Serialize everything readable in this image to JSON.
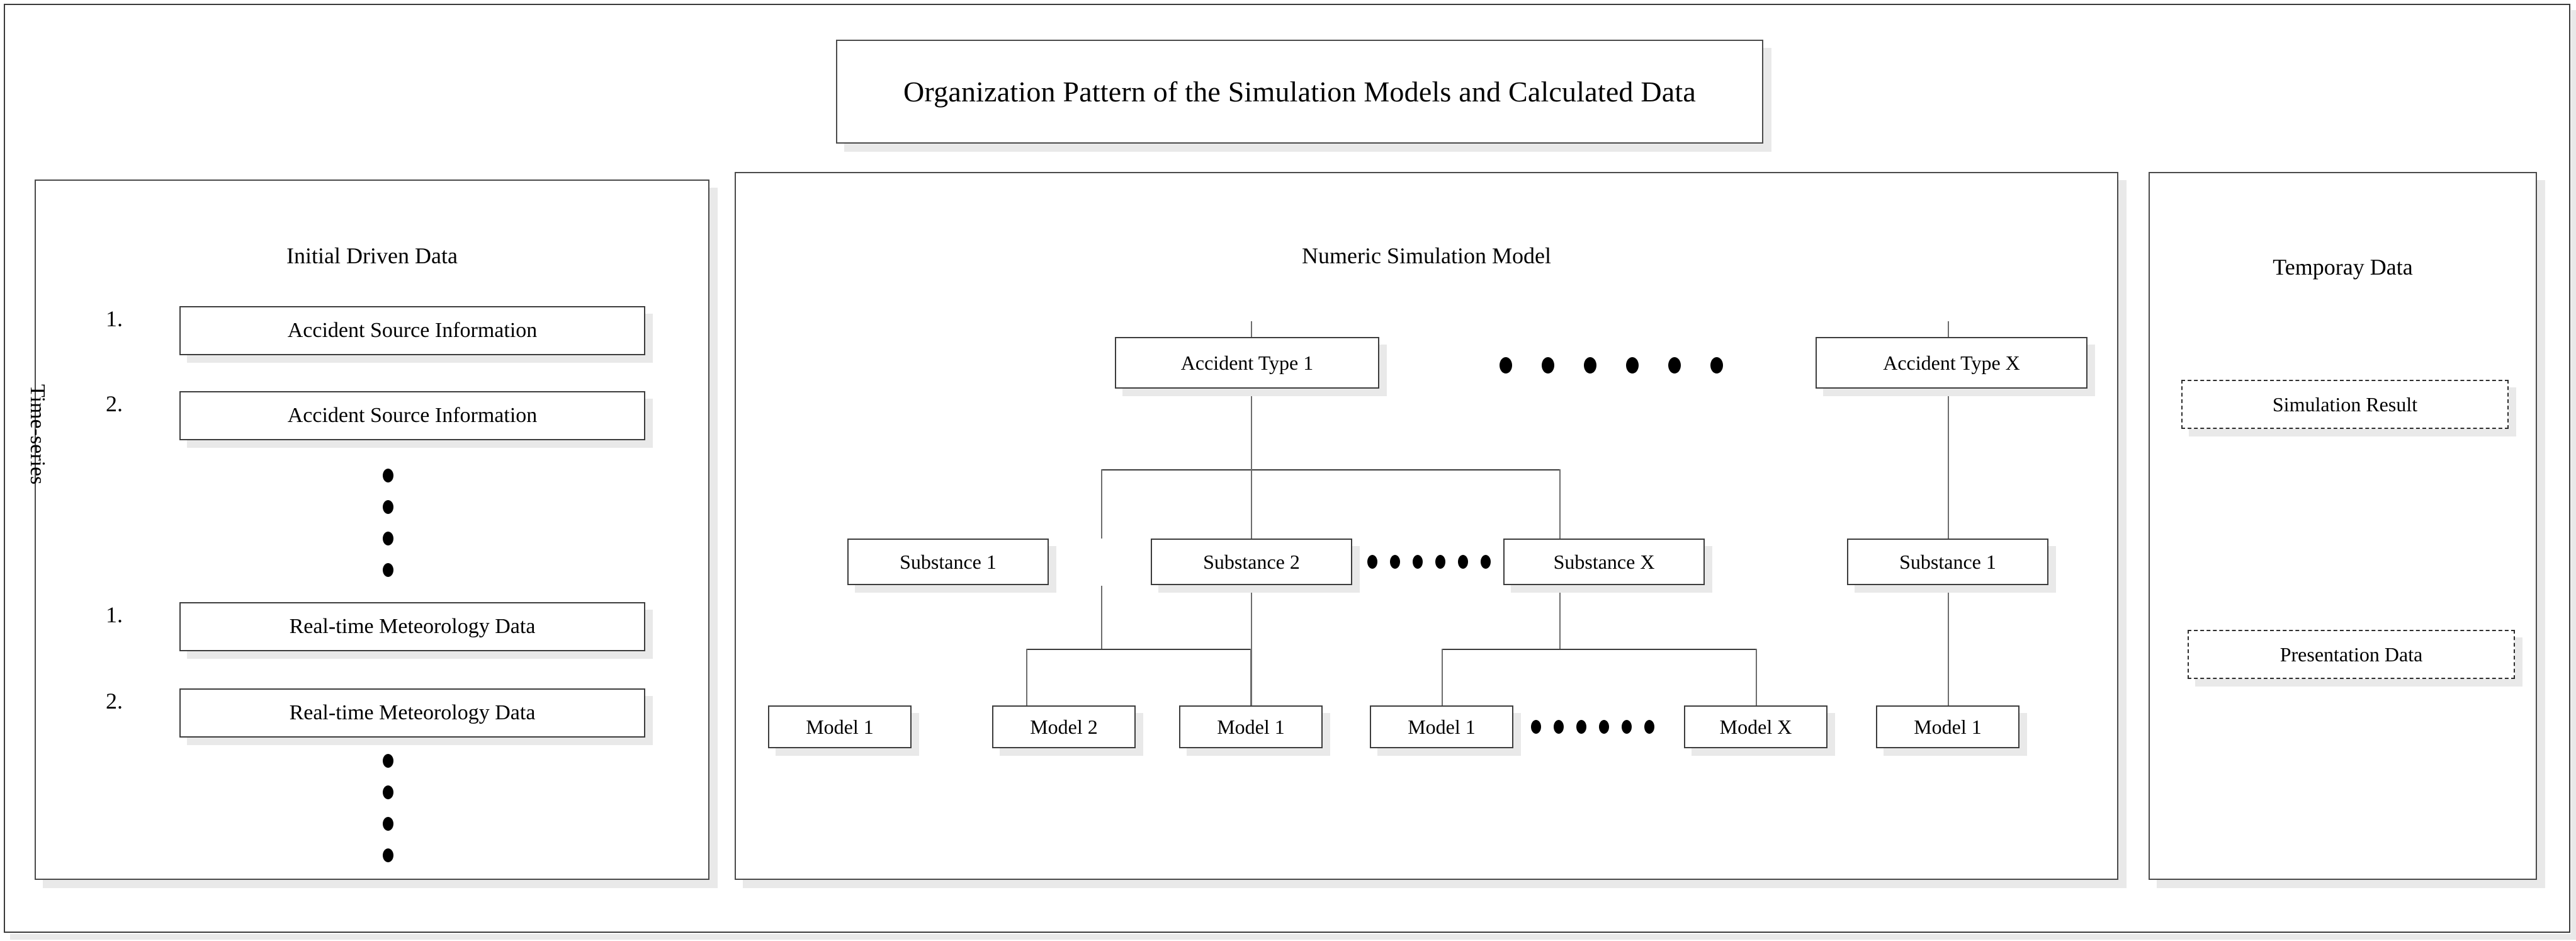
{
  "figure": {
    "title": "Organization Pattern of the Simulation Models and Calculated Data"
  },
  "panels": {
    "left": {
      "heading": "Initial Driven Data",
      "axis_label": "Time-series",
      "items": [
        {
          "ordinal": "1.",
          "label": "Accident Source Information"
        },
        {
          "ordinal": "2.",
          "label": "Accident Source Information"
        },
        {
          "ordinal": "1.",
          "label": "Real-time Meteorology Data"
        },
        {
          "ordinal": "2.",
          "label": "Real-time Meteorology Data"
        }
      ],
      "ellipsis_upper": "••••",
      "ellipsis_lower": "••••"
    },
    "middle": {
      "heading": "Numeric Simulation Model",
      "accident_types": [
        {
          "label": "Accident Type 1"
        },
        {
          "label": "Accident Type X"
        }
      ],
      "accident_type_ellipsis_dots": 6,
      "substances": [
        {
          "label": "Substance 1"
        },
        {
          "label": "Substance 2"
        },
        {
          "label": "Substance X"
        },
        {
          "label": "Substance 1"
        }
      ],
      "substance_ellipsis_dots": 6,
      "models": [
        {
          "label": "Model 1"
        },
        {
          "label": "Model 2"
        },
        {
          "label": "Model 1"
        },
        {
          "label": "Model 1"
        },
        {
          "label": "Model X"
        },
        {
          "label": "Model 1"
        }
      ],
      "model_ellipsis_dots": 6
    },
    "right": {
      "heading": "Temporay Data",
      "items": [
        {
          "label": "Simulation Result"
        },
        {
          "label": "Presentation Data"
        }
      ]
    }
  },
  "colors": {
    "border": "#3c3c3c",
    "panel_border": "#4a4a4a",
    "shadow": "#e9e9e9",
    "connector": "#6d6d6d",
    "text": "#000000",
    "background": "#ffffff"
  }
}
